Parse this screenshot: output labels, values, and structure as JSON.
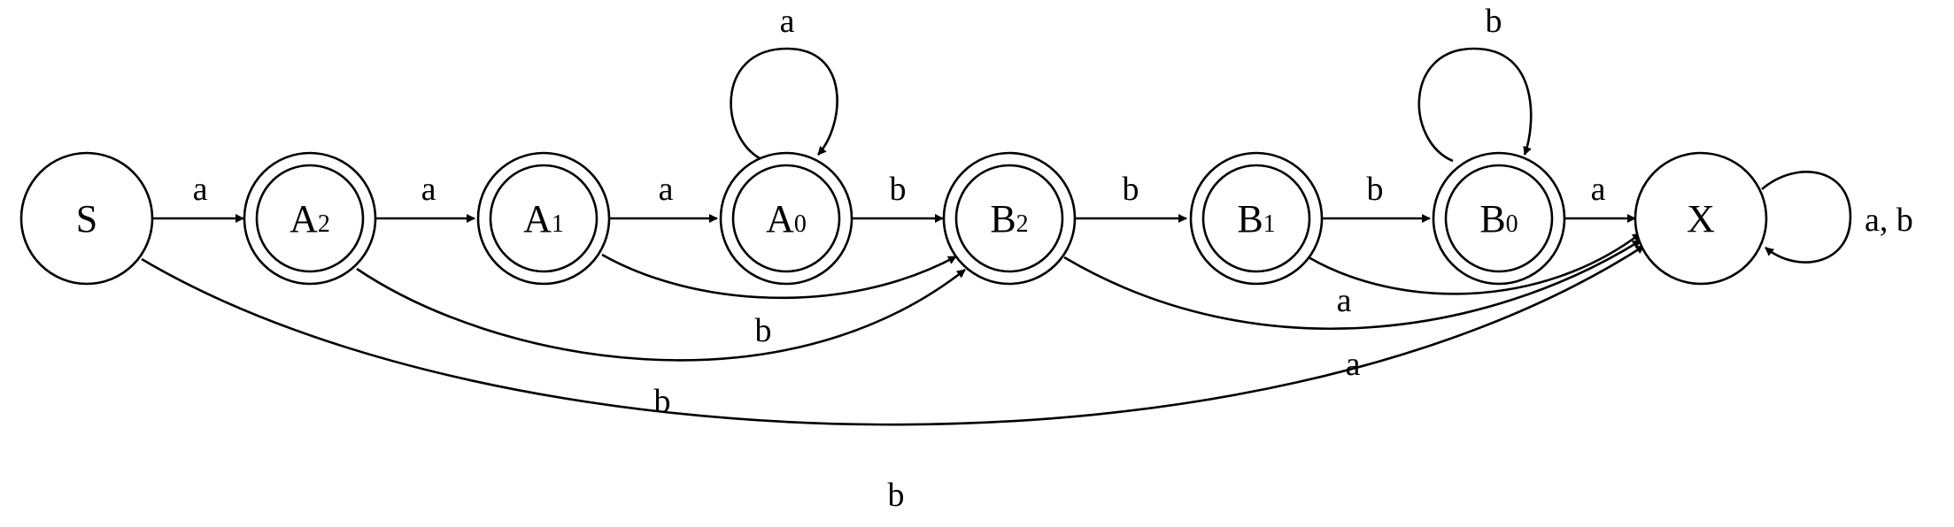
{
  "states": [
    {
      "id": "S",
      "base": "S",
      "sub": "",
      "accepting": false
    },
    {
      "id": "A2",
      "base": "A",
      "sub": "2",
      "accepting": true
    },
    {
      "id": "A1",
      "base": "A",
      "sub": "1",
      "accepting": true
    },
    {
      "id": "A0",
      "base": "A",
      "sub": "0",
      "accepting": true
    },
    {
      "id": "B2",
      "base": "B",
      "sub": "2",
      "accepting": true
    },
    {
      "id": "B1",
      "base": "B",
      "sub": "1",
      "accepting": true
    },
    {
      "id": "B0",
      "base": "B",
      "sub": "0",
      "accepting": true
    },
    {
      "id": "X",
      "base": "X",
      "sub": "",
      "accepting": false
    }
  ],
  "transitions": [
    {
      "from": "S",
      "to": "A2",
      "label": "a"
    },
    {
      "from": "A2",
      "to": "A1",
      "label": "a"
    },
    {
      "from": "A1",
      "to": "A0",
      "label": "a"
    },
    {
      "from": "A0",
      "to": "A0",
      "label": "a"
    },
    {
      "from": "A0",
      "to": "B2",
      "label": "b"
    },
    {
      "from": "A1",
      "to": "B2",
      "label": "b"
    },
    {
      "from": "A2",
      "to": "B2",
      "label": "b"
    },
    {
      "from": "B2",
      "to": "B1",
      "label": "b"
    },
    {
      "from": "B1",
      "to": "B0",
      "label": "b"
    },
    {
      "from": "B0",
      "to": "B0",
      "label": "b"
    },
    {
      "from": "B0",
      "to": "X",
      "label": "a"
    },
    {
      "from": "B1",
      "to": "X",
      "label": "a"
    },
    {
      "from": "B2",
      "to": "X",
      "label": "a"
    },
    {
      "from": "S",
      "to": "X",
      "label": "b"
    },
    {
      "from": "X",
      "to": "X",
      "label": "a, b"
    }
  ]
}
